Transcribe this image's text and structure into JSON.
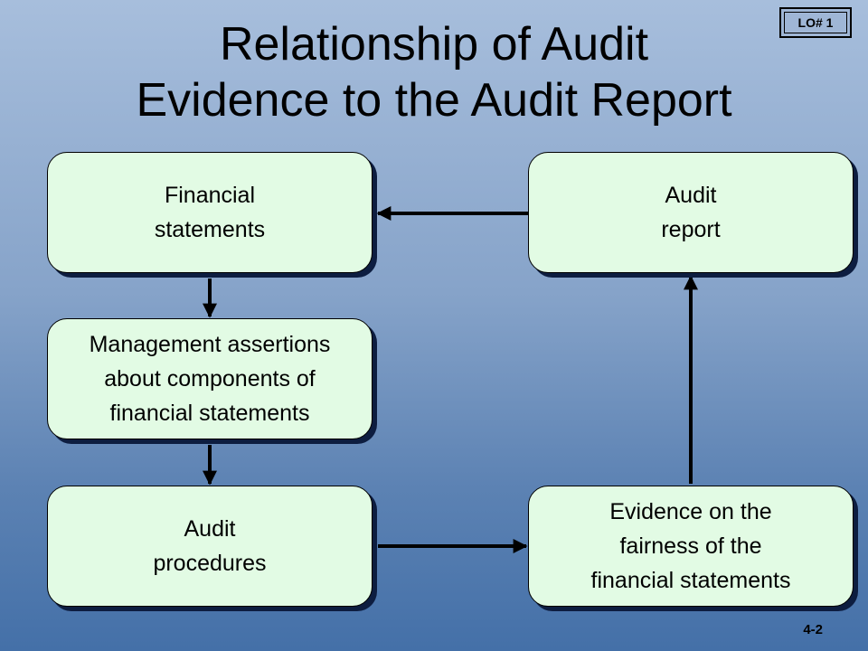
{
  "badge": {
    "label": "LO# 1"
  },
  "title": {
    "line1": "Relationship of Audit",
    "line2": "Evidence to the Audit Report"
  },
  "nodes": {
    "financial_statements": {
      "lines": [
        "Financial",
        "statements"
      ]
    },
    "audit_report": {
      "lines": [
        "Audit",
        "report"
      ]
    },
    "management_assertions": {
      "lines": [
        "Management assertions",
        "about components of",
        "financial statements"
      ]
    },
    "audit_procedures": {
      "lines": [
        "Audit",
        "procedures"
      ]
    },
    "evidence": {
      "lines": [
        "Evidence on the",
        "fairness of the",
        "financial statements"
      ]
    }
  },
  "edges": [
    {
      "from": "audit_report",
      "to": "financial_statements"
    },
    {
      "from": "financial_statements",
      "to": "management_assertions"
    },
    {
      "from": "management_assertions",
      "to": "audit_procedures"
    },
    {
      "from": "audit_procedures",
      "to": "evidence"
    },
    {
      "from": "evidence",
      "to": "audit_report"
    }
  ],
  "footer": {
    "page_number": "4-2"
  }
}
